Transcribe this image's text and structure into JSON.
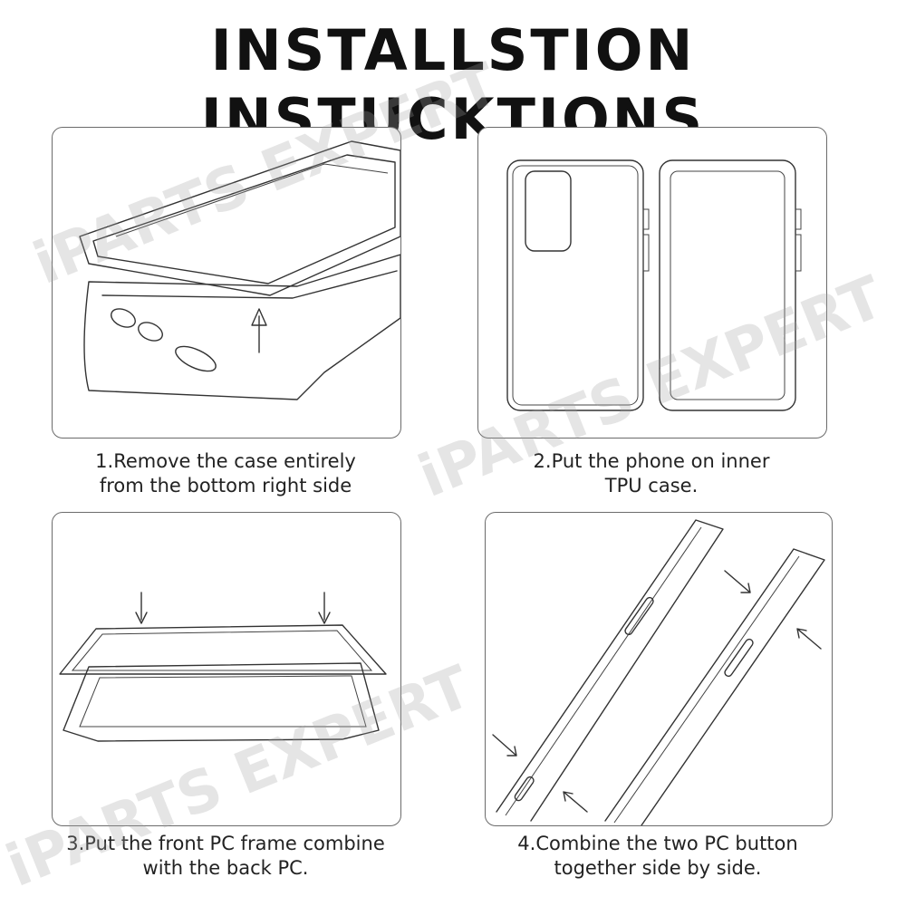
{
  "title": "INSTALLSTION INSTUCKTIONS",
  "steps": [
    {
      "line1": "1.Remove the case entirely",
      "line2": "from the bottom right side"
    },
    {
      "line1": "2.Put the phone on inner",
      "line2": "TPU case."
    },
    {
      "line1": "3.Put the front PC frame combine",
      "line2": "with the back PC."
    },
    {
      "line1": "4.Combine the two PC button",
      "line2": "together side by side."
    }
  ],
  "watermark": "iPARTS EXPERT",
  "colors": {
    "border": "#6b6b6b",
    "text": "#222222",
    "title": "#111111"
  }
}
